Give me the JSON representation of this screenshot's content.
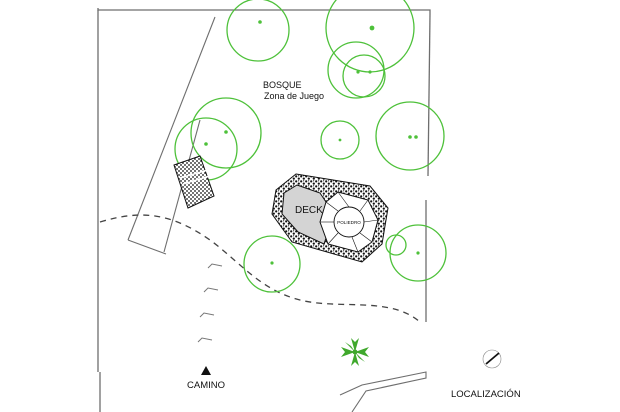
{
  "labels": {
    "area_line1": "BOSQUE",
    "area_line2": "Zona de Juego",
    "deck": "DECK",
    "poliedro": "POLIEDRO",
    "path": "CAMINO",
    "locator": "LOCALIZACIÓN"
  },
  "colors": {
    "tree": "#4ec13a",
    "line": "#6e6e6e",
    "ink": "#111111",
    "leaf": "#3fa82c"
  }
}
